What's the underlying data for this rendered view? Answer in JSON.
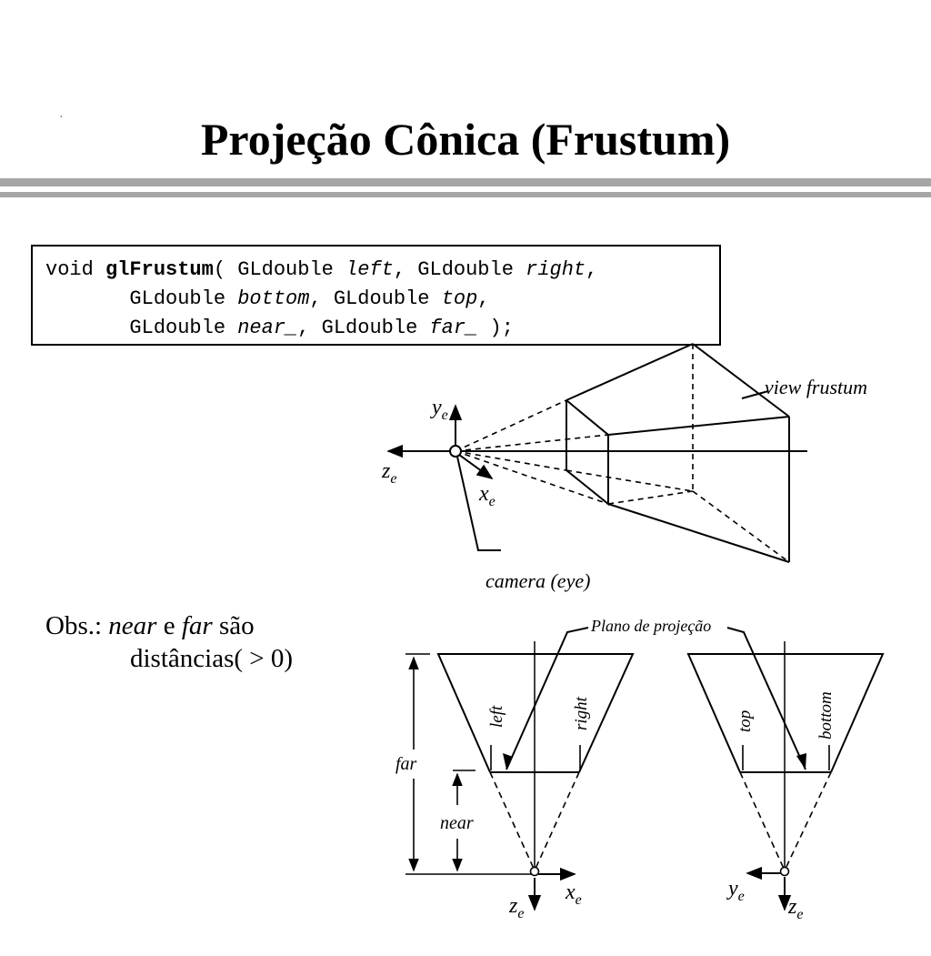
{
  "slide": {
    "title": "Projeção Cônica (Frustum)"
  },
  "code": {
    "line1_kw": "void ",
    "func_name": "glFrustum",
    "line1_open": "( GLdouble ",
    "arg_left": "left",
    "line1_sep": ", GLdouble ",
    "arg_right": "right",
    "line1_end": ",",
    "line2_indent": "       GLdouble ",
    "arg_bottom": "bottom",
    "line2_sep": ", GLdouble ",
    "arg_top": "top",
    "line2_end": ",",
    "line3_indent": "       GLdouble ",
    "arg_near": "near_",
    "line3_sep": ", GLdouble ",
    "arg_far": "far_",
    "line3_end": " );"
  },
  "obs": {
    "prefix": "Obs.:  ",
    "near_word": "near",
    "and_word": " e ",
    "far_word": "far",
    "suffix": " são",
    "line2": "distâncias( > 0)"
  },
  "diagram": {
    "view_frustum_label": "view frustum",
    "camera_label": "camera (eye)",
    "axis_y": "y",
    "axis_z": "z",
    "axis_x": "x",
    "axis_sub": "e",
    "plano_label": "Plano de projeção",
    "left_label": "left",
    "right_label": "right",
    "top_label": "top",
    "bottom_label": "bottom",
    "far_label": "far",
    "near_label": "near"
  }
}
